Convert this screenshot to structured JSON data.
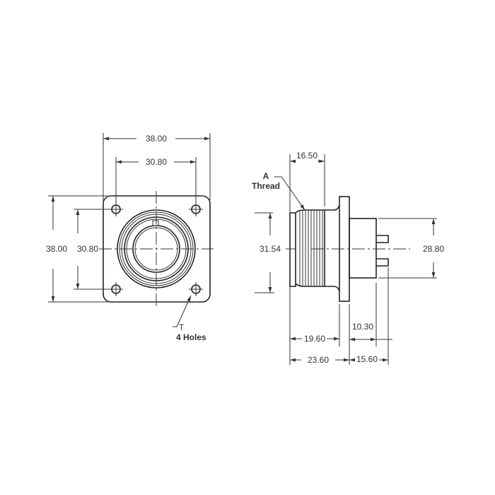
{
  "front_view": {
    "width_outer": "38.00",
    "width_holes": "30.80",
    "height_outer": "38.00",
    "height_holes": "30.80",
    "hole_label": "T",
    "hole_count": "4 Holes"
  },
  "side_view": {
    "thread_length": "16.50",
    "thread_label_a": "A",
    "thread_label": "Thread",
    "thread_diameter": "31.54",
    "rear_diameter": "28.80",
    "to_flange": "19.60",
    "overall_front": "23.60",
    "rear_body": "10.30",
    "rear_overall": "15.60"
  },
  "colors": {
    "line": "#333333",
    "background": "#ffffff"
  }
}
